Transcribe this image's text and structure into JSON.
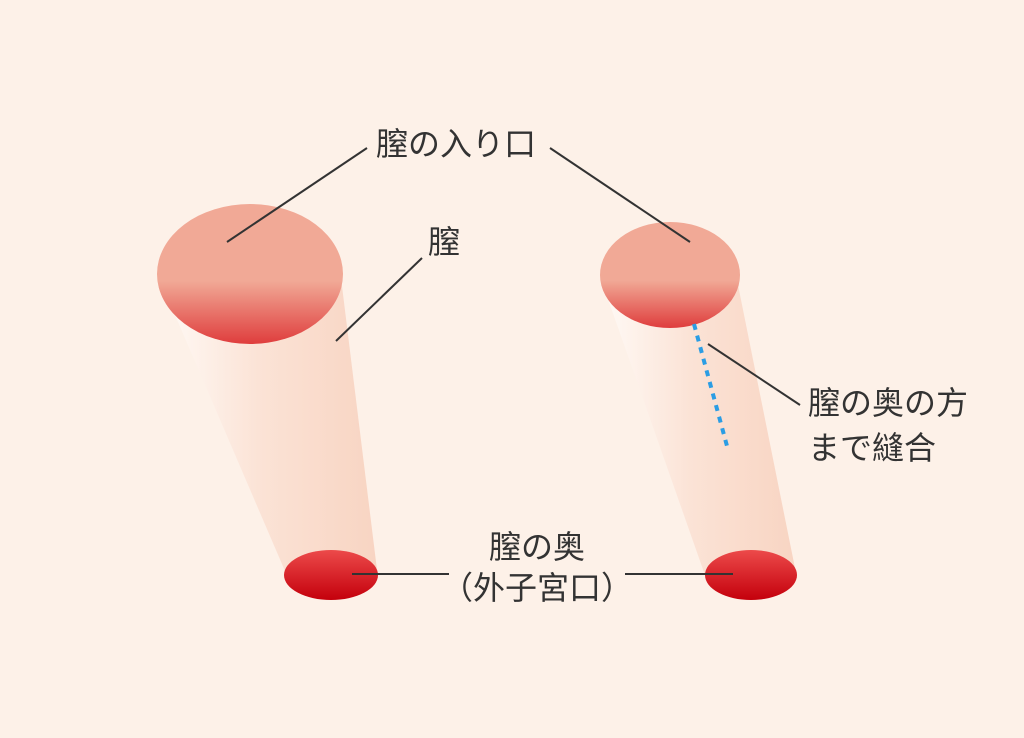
{
  "labels": {
    "vaginal_entrance": "膣の入り口",
    "vagina": "膣",
    "vaginal_back_line1": "膣の奥",
    "vaginal_back_line2": "（外子宮口）",
    "suture_line1": "膣の奥の方",
    "suture_line2": "まで縫合"
  },
  "colors": {
    "background": "#fdf1e8",
    "tube_light": "#fffaf6",
    "tube_mid": "#fbe3d6",
    "tube_dark": "#f8d4c2",
    "entrance_top": "#f1a996",
    "entrance_bottom": "#df3d3d",
    "back_top": "#ec4a4a",
    "back_bottom": "#c4000c",
    "leader_line": "#333333",
    "suture_line": "#2a9de4"
  }
}
